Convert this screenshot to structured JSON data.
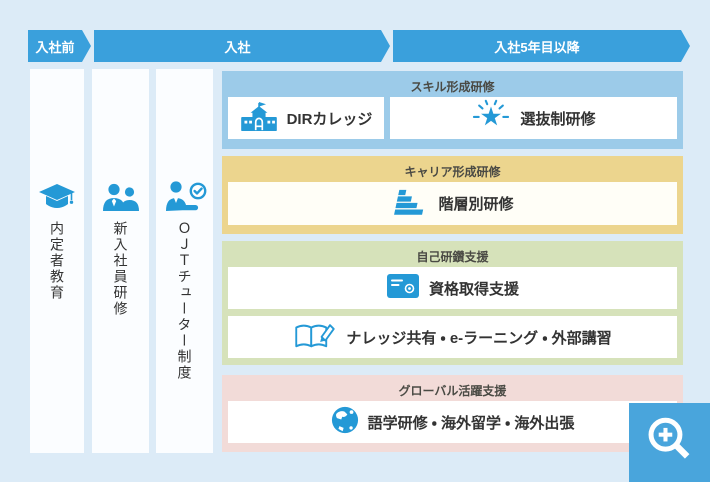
{
  "timeline": {
    "stages": [
      {
        "label": "入社前"
      },
      {
        "label": "入社"
      },
      {
        "label": "入社5年目以降"
      }
    ]
  },
  "columns": [
    {
      "label": "内定者教育",
      "icon": "graduation-cap-icon"
    },
    {
      "label": "新入社員研修",
      "icon": "two-people-icon"
    },
    {
      "label": "ＯＪＴチューター制度",
      "icon": "tutor-check-icon"
    }
  ],
  "sections": [
    {
      "title": "スキル形成研修",
      "bg": "#9ccbe9",
      "items": [
        {
          "label": "DIRカレッジ",
          "icon": "school-icon"
        },
        {
          "label": "選抜制研修",
          "icon": "star-burst-icon"
        }
      ]
    },
    {
      "title": "キャリア形成研修",
      "bg": "#ecd58e",
      "items": [
        {
          "label": "階層別研修",
          "icon": "stairs-icon"
        }
      ]
    },
    {
      "title": "自己研鑽支援",
      "bg": "#d6e2ba",
      "items": [
        {
          "label": "資格取得支援",
          "icon": "certificate-screen-icon"
        },
        {
          "label": "ナレッジ共有 ・ e-ラーニング ・ 外部講習",
          "icon": "book-pencil-icon"
        }
      ]
    },
    {
      "title": "グローバル活躍支援",
      "bg": "#f2dbd8",
      "items": [
        {
          "label": "語学研修 ・ 海外留学 ・ 海外出張",
          "icon": "globe-icon"
        }
      ]
    }
  ],
  "zoom_button": {
    "icon": "magnifier-plus-icon"
  },
  "colors": {
    "page_bg": "#dcebf7",
    "arrow_blue": "#3aa0dc",
    "icon_blue": "#2499d6",
    "skill_bg": "#9ccbe9",
    "career_bg": "#ecd58e",
    "self_bg": "#d6e2ba",
    "global_bg": "#f2dbd8",
    "zoom_btn_bg": "#49a5dc",
    "text_dark": "#333333"
  }
}
